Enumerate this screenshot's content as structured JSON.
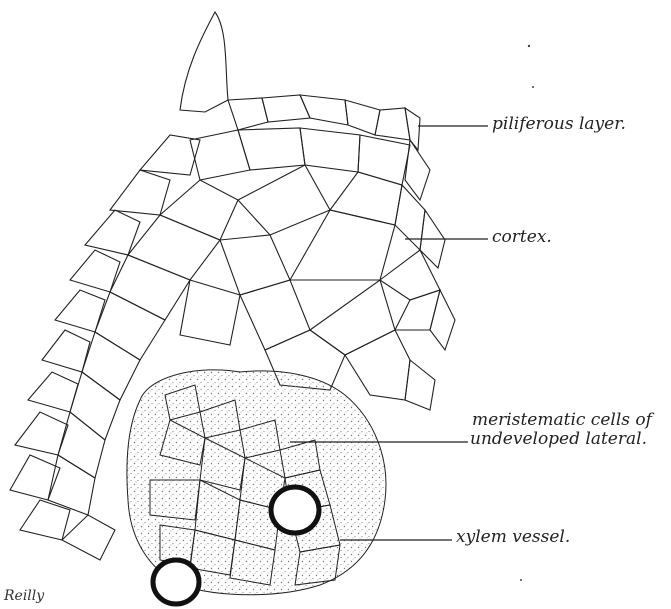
{
  "figure": {
    "labels": {
      "piliferous": "piliferous layer.",
      "cortex": "cortex.",
      "meristematic_line1": "meristematic cells of",
      "meristematic_line2": "undeveloped lateral.",
      "xylem": "xylem vessel."
    },
    "signature": "Reilly"
  },
  "colors": {
    "ink": "#222222",
    "background": "#ffffff",
    "stipple": "#777777"
  }
}
